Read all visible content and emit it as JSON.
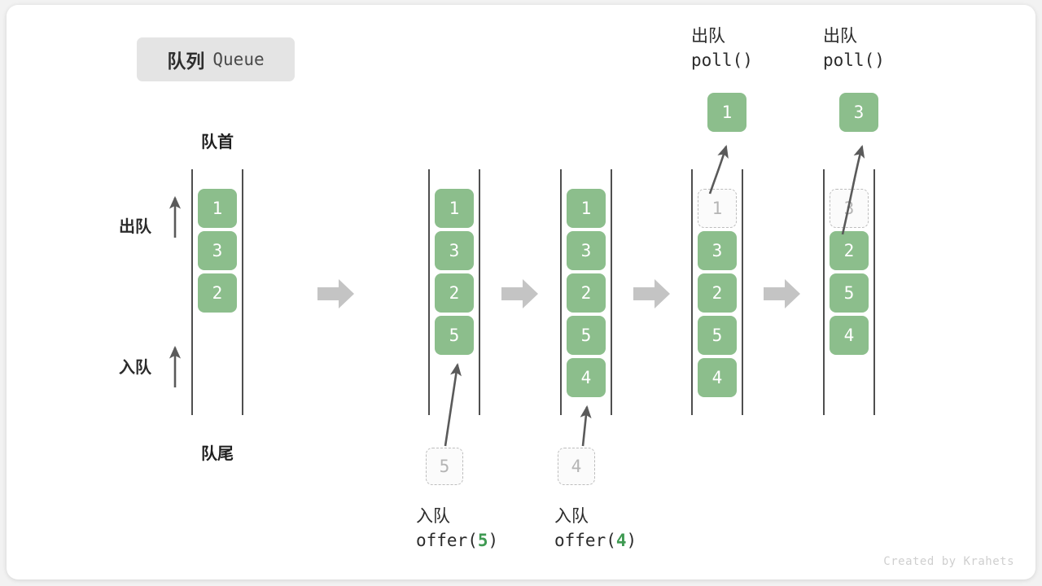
{
  "title": {
    "cn": "队列",
    "en": "Queue"
  },
  "labels": {
    "head": "队首",
    "tail": "队尾",
    "dequeue": "出队",
    "enqueue": "入队"
  },
  "watermark": "Created by Krahets",
  "colors": {
    "cell_fill": "#8cbe8c",
    "cell_text": "#ffffff",
    "ghost_border": "#bdbdbd",
    "ghost_text": "#b5b5b5",
    "rail": "#4f4f4f",
    "stage_arrow": "#c4c4c4",
    "accent_number": "#3f9a52",
    "badge_bg": "#e4e4e4"
  },
  "stages": [
    {
      "id": "initial",
      "cells": [
        {
          "value": "1",
          "state": "filled"
        },
        {
          "value": "3",
          "state": "filled"
        },
        {
          "value": "2",
          "state": "filled"
        }
      ],
      "caption": null,
      "incoming": null,
      "outgoing": null
    },
    {
      "id": "after-offer-5",
      "cells": [
        {
          "value": "1",
          "state": "filled"
        },
        {
          "value": "3",
          "state": "filled"
        },
        {
          "value": "2",
          "state": "filled"
        },
        {
          "value": "5",
          "state": "filled"
        }
      ],
      "caption": {
        "cn": "入队",
        "code_prefix": "offer(",
        "code_num": "5",
        "code_suffix": ")"
      },
      "incoming": {
        "value": "5"
      },
      "outgoing": null
    },
    {
      "id": "after-offer-4",
      "cells": [
        {
          "value": "1",
          "state": "filled"
        },
        {
          "value": "3",
          "state": "filled"
        },
        {
          "value": "2",
          "state": "filled"
        },
        {
          "value": "5",
          "state": "filled"
        },
        {
          "value": "4",
          "state": "filled"
        }
      ],
      "caption": {
        "cn": "入队",
        "code_prefix": "offer(",
        "code_num": "4",
        "code_suffix": ")"
      },
      "incoming": {
        "value": "4"
      },
      "outgoing": null
    },
    {
      "id": "after-poll-1",
      "cells": [
        {
          "value": "1",
          "state": "ghost"
        },
        {
          "value": "3",
          "state": "filled"
        },
        {
          "value": "2",
          "state": "filled"
        },
        {
          "value": "5",
          "state": "filled"
        },
        {
          "value": "4",
          "state": "filled"
        }
      ],
      "caption": {
        "cn": "出队",
        "code_prefix": "poll(",
        "code_num": "",
        "code_suffix": ")"
      },
      "incoming": null,
      "outgoing": {
        "value": "1"
      }
    },
    {
      "id": "after-poll-3",
      "cells": [
        {
          "value": "3",
          "state": "ghost"
        },
        {
          "value": "2",
          "state": "filled"
        },
        {
          "value": "5",
          "state": "filled"
        },
        {
          "value": "4",
          "state": "filled"
        }
      ],
      "caption": {
        "cn": "出队",
        "code_prefix": "poll(",
        "code_num": "",
        "code_suffix": ")"
      },
      "incoming": null,
      "outgoing": {
        "value": "3"
      }
    }
  ]
}
